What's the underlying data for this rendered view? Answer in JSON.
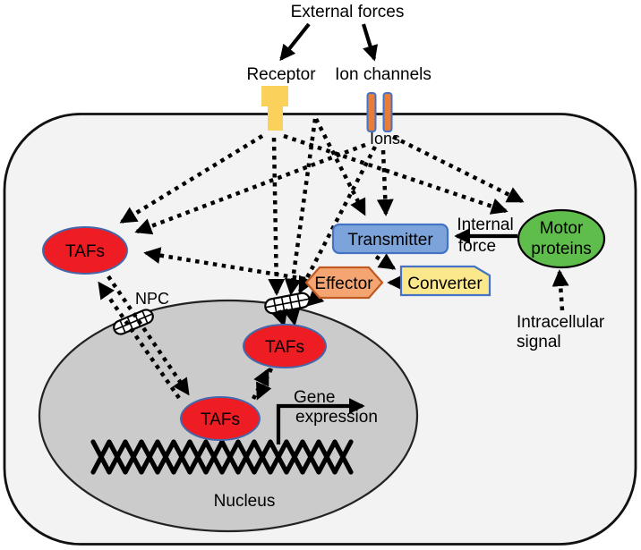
{
  "labels": {
    "external_forces": "External forces",
    "receptor": "Receptor",
    "ion_channels": "Ion channels",
    "ions": "Ions",
    "transmitter": "Transmitter",
    "effector": "Effector",
    "converter": "Converter",
    "motor_proteins": [
      "Motor",
      "proteins"
    ],
    "internal_force": [
      "Internal",
      "force"
    ],
    "intracellular_signal": [
      "Intracellular",
      "signal"
    ],
    "npc": "NPC",
    "tafs": "TAFs",
    "gene_expression": [
      "Gene",
      "expression"
    ],
    "nucleus": "Nucleus"
  },
  "colors": {
    "page_bg": "#ffffff",
    "cell_fill": "#f3f3f3",
    "cell_stroke": "#111111",
    "nucleus_fill": "#cbcbcb",
    "nucleus_stroke": "#222222",
    "taf_fill": "#ee1c23",
    "taf_stroke": "#4466aa",
    "receptor_fill": "#fad15b",
    "ion_channel_fill": "#e87d3a",
    "ion_channel_stroke": "#4472c4",
    "transmitter_fill": "#7da4da",
    "transmitter_stroke": "#4472c4",
    "effector_fill": "#f5a572",
    "effector_stroke": "#bf5b21",
    "converter_fill": "#fbe88d",
    "converter_stroke": "#4472c4",
    "motor_fill": "#5fbe4b",
    "motor_stroke": "#000000",
    "npc_fill": "#ffffff",
    "arrow_color": "#000000",
    "dna_color": "#000000"
  }
}
